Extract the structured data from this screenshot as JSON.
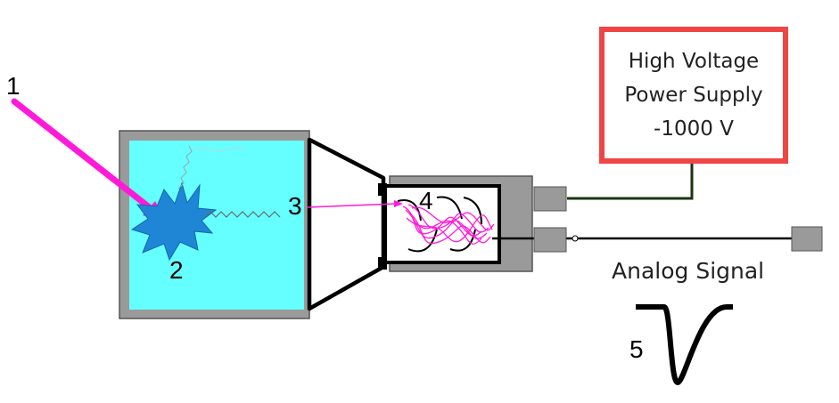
{
  "labels": {
    "n1": "1",
    "n2": "2",
    "n3": "3",
    "n4": "4",
    "n5": "5"
  },
  "power_supply": {
    "line1": "High Voltage",
    "line2": "Power Supply",
    "line3": "-1000 V"
  },
  "signal": {
    "title": "Analog Signal"
  },
  "colors": {
    "scintillator": "#66ffff",
    "housing": "#9a9a9a",
    "ray": "#ff1ad9",
    "flash": "#1f86d6",
    "supply_border": "#f04545",
    "hv_cable": "#1a3310"
  }
}
